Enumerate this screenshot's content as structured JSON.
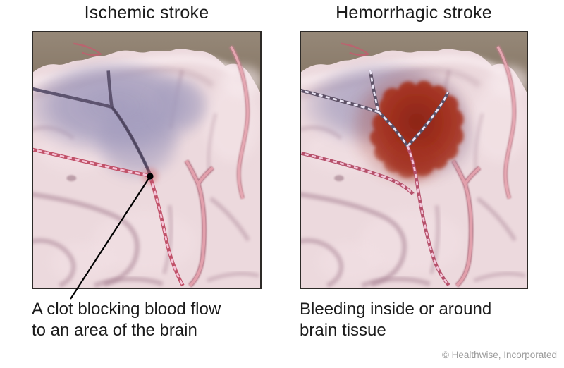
{
  "panels": [
    {
      "title": "Ischemic stroke",
      "caption": [
        "A clot blocking blood flow",
        "to an area of the brain"
      ]
    },
    {
      "title": "Hemorrhagic stroke",
      "caption": [
        "Bleeding inside or around",
        "brain tissue"
      ]
    }
  ],
  "copyright": "© Healthwise, Incorporated",
  "colors": {
    "page_background": "#ffffff",
    "title_text": "#1b1b1b",
    "caption_text": "#1b1b1b",
    "copyright_text": "#9b9b9b",
    "panel_border": "#2d2a27",
    "backdrop_brown": "#91836f",
    "brain_tissue_pink": "#ecd9dd",
    "gyrus_highlight": "#f8ecef",
    "sulcus_shadow": "#aa8596",
    "ischemic_area_purple": "#a19bbd",
    "vessel_dark_purple": "#584f6a",
    "blocked_vessel_outline": "#c05168",
    "blocked_vessel_dash": "#f6c4d8",
    "hemorrhage_vessel_dash": "#ece6f6",
    "hemorrhage_red": "#a23120",
    "healthy_vessel_pink": "#e2a0ac",
    "clot_marker": "#000000",
    "pointer_line": "#000000"
  }
}
